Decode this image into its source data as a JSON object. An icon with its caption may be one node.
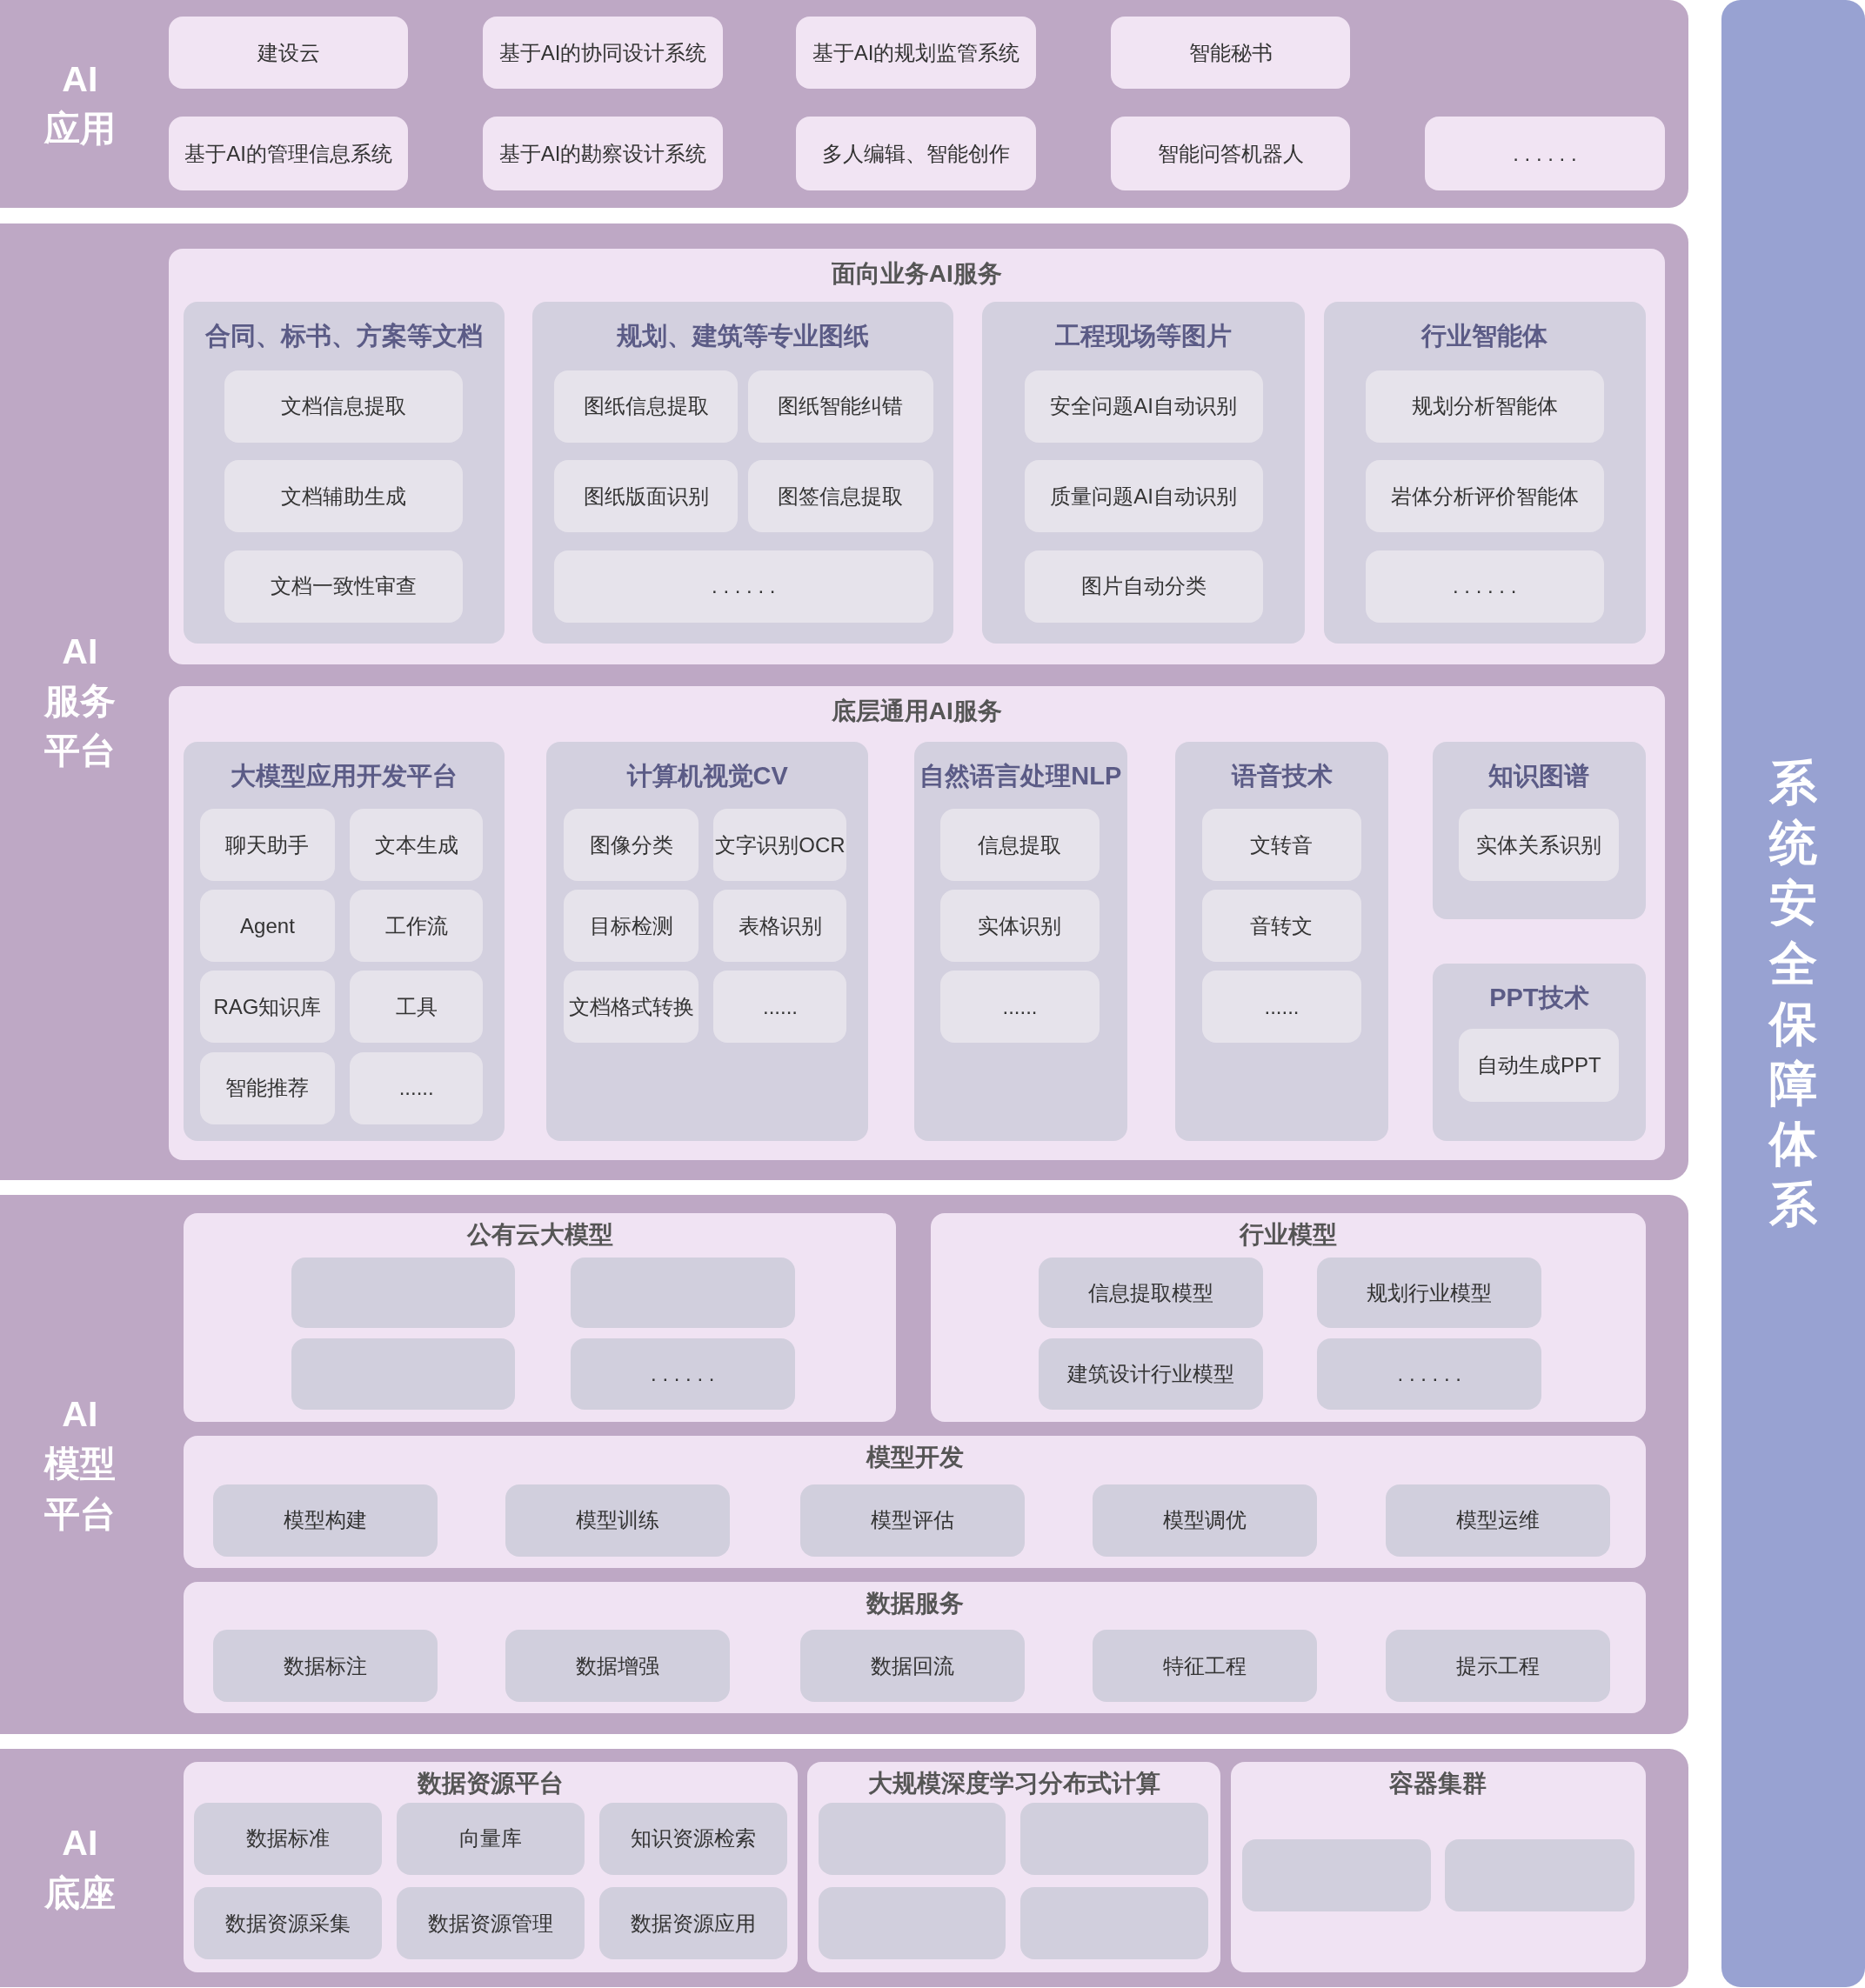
{
  "diagram": {
    "nodes": [
      {
        "text": [
          "AI应用"
        ]
      },
      {
        "text": [
          "建设云"
        ],
        "in": 0
      },
      {
        "text": [
          "基于AI的协同设计系统"
        ],
        "in": 0
      },
      {
        "text": [
          "基于AI的规划监管系统"
        ],
        "in": 0
      },
      {
        "text": [
          "智能秘书"
        ],
        "in": 0
      },
      {
        "text": [
          "基于AI的管理信息系统"
        ],
        "in": 0
      },
      {
        "text": [
          "基于AI的勘察设计系统"
        ],
        "in": 0
      },
      {
        "text": [
          "多人编辑、智能创作"
        ],
        "in": 0
      },
      {
        "text": [
          "智能问答机器人"
        ],
        "in": 0
      },
      {
        "text": [
          ". . . . . ."
        ],
        "in": 0
      },
      {
        "text": [
          "AI服务平台"
        ]
      },
      {
        "text": [
          "面向业务AI服务"
        ],
        "in": 10
      },
      {
        "text": [
          "合同、标书、方案等文档"
        ],
        "in": 11
      },
      {
        "text": [
          "文档信息提取"
        ],
        "in": 12
      },
      {
        "text": [
          "文档辅助生成"
        ],
        "in": 12
      },
      {
        "text": [
          "文档一致性审查"
        ],
        "in": 12
      },
      {
        "text": [
          "规划、建筑等专业图纸"
        ],
        "in": 11
      },
      {
        "text": [
          "图纸信息提取"
        ],
        "in": 16
      },
      {
        "text": [
          "图纸智能纠错"
        ],
        "in": 16
      },
      {
        "text": [
          "图纸版面识别"
        ],
        "in": 16
      },
      {
        "text": [
          "图签信息提取"
        ],
        "in": 16
      },
      {
        "text": [
          ". . . . . ."
        ],
        "in": 16
      },
      {
        "text": [
          "工程现场等图片"
        ],
        "in": 11
      },
      {
        "text": [
          "安全问题AI自动识别"
        ],
        "in": 22
      },
      {
        "text": [
          "质量问题AI自动识别"
        ],
        "in": 22
      },
      {
        "text": [
          "图片自动分类"
        ],
        "in": 22
      },
      {
        "text": [
          "行业智能体"
        ],
        "in": 11
      },
      {
        "text": [
          "规划分析智能体"
        ],
        "in": 26
      },
      {
        "text": [
          "岩体分析评价智能体"
        ],
        "in": 26
      },
      {
        "text": [
          ". . . . . ."
        ],
        "in": 26
      },
      {
        "text": [
          "底层通用AI服务"
        ],
        "in": 10
      },
      {
        "text": [
          "大模型应用开发平台"
        ],
        "in": 30
      },
      {
        "text": [
          "聊天助手"
        ],
        "in": 31
      },
      {
        "text": [
          "文本生成"
        ],
        "in": 31
      },
      {
        "text": [
          "Agent"
        ],
        "in": 31
      },
      {
        "text": [
          "工作流"
        ],
        "in": 31
      },
      {
        "text": [
          "RAG知识库"
        ],
        "in": 31
      },
      {
        "text": [
          "工具"
        ],
        "in": 31
      },
      {
        "text": [
          "智能推荐"
        ],
        "in": 31
      },
      {
        "text": [
          "......"
        ],
        "in": 31
      },
      {
        "text": [
          "计算机视觉CV"
        ],
        "in": 30
      },
      {
        "text": [
          "图像分类"
        ],
        "in": 40
      },
      {
        "text": [
          "文字识别OCR"
        ],
        "in": 40
      },
      {
        "text": [
          "目标检测"
        ],
        "in": 40
      },
      {
        "text": [
          "表格识别"
        ],
        "in": 40
      },
      {
        "text": [
          "文档格式转换"
        ],
        "in": 40
      },
      {
        "text": [
          "......"
        ],
        "in": 40
      },
      {
        "text": [
          "自然语言处理NLP"
        ],
        "in": 30
      },
      {
        "text": [
          "信息提取"
        ],
        "in": 47
      },
      {
        "text": [
          "实体识别"
        ],
        "in": 47
      },
      {
        "text": [
          "......"
        ],
        "in": 47
      },
      {
        "text": [
          "语音技术"
        ],
        "in": 30
      },
      {
        "text": [
          "文转音"
        ],
        "in": 51
      },
      {
        "text": [
          "音转文"
        ],
        "in": 51
      },
      {
        "text": [
          "......"
        ],
        "in": 51
      },
      {
        "text": [
          "知识图谱"
        ],
        "in": 30
      },
      {
        "text": [
          "实体关系识别"
        ],
        "in": 55
      },
      {
        "text": [
          "PPT技术"
        ],
        "in": 30
      },
      {
        "text": [
          "自动生成PPT"
        ],
        "in": 57
      },
      {
        "text": [
          "AI模型平台"
        ]
      },
      {
        "text": [
          "公有云大模型"
        ],
        "in": 59
      },
      {
        "text": [],
        "shape": "box",
        "in": 60
      },
      {
        "text": [],
        "shape": "box",
        "in": 60
      },
      {
        "text": [],
        "shape": "box",
        "in": 60
      },
      {
        "text": [
          ". . . . . ."
        ],
        "in": 60
      },
      {
        "text": [
          "行业模型"
        ],
        "in": 59
      },
      {
        "text": [
          "信息提取模型"
        ],
        "in": 65
      },
      {
        "text": [
          "规划行业模型"
        ],
        "in": 65
      },
      {
        "text": [
          "建筑设计行业模型"
        ],
        "in": 65
      },
      {
        "text": [
          ". . . . . ."
        ],
        "in": 65
      },
      {
        "text": [
          "模型开发"
        ],
        "in": 59
      },
      {
        "text": [
          "模型构建"
        ],
        "in": 70
      },
      {
        "text": [
          "模型训练"
        ],
        "in": 70
      },
      {
        "text": [
          "模型评估"
        ],
        "in": 70
      },
      {
        "text": [
          "模型调优"
        ],
        "in": 70
      },
      {
        "text": [
          "模型运维"
        ],
        "in": 70
      },
      {
        "text": [
          "数据服务"
        ],
        "in": 59
      },
      {
        "text": [
          "数据标注"
        ],
        "in": 76
      },
      {
        "text": [
          "数据增强"
        ],
        "in": 76
      },
      {
        "text": [
          "数据回流"
        ],
        "in": 76
      },
      {
        "text": [
          "特征工程"
        ],
        "in": 76
      },
      {
        "text": [
          "提示工程"
        ],
        "in": 76
      },
      {
        "text": [
          "AI底座"
        ]
      },
      {
        "text": [
          "数据资源平台"
        ],
        "in": 82
      },
      {
        "text": [
          "数据标准"
        ],
        "in": 83
      },
      {
        "text": [
          "向量库"
        ],
        "in": 83
      },
      {
        "text": [
          "知识资源检索"
        ],
        "in": 83
      },
      {
        "text": [
          "数据资源采集"
        ],
        "in": 83
      },
      {
        "text": [
          "数据资源管理"
        ],
        "in": 83
      },
      {
        "text": [
          "数据资源应用"
        ],
        "in": 83
      },
      {
        "text": [
          "大规模深度学习分布式计算"
        ],
        "in": 82
      },
      {
        "text": [],
        "shape": "box",
        "in": 90
      },
      {
        "text": [],
        "shape": "box",
        "in": 90
      },
      {
        "text": [],
        "shape": "box",
        "in": 90
      },
      {
        "text": [],
        "shape": "box",
        "in": 90
      },
      {
        "text": [
          "容器集群"
        ],
        "in": 82
      },
      {
        "text": [],
        "shape": "box",
        "in": 95
      },
      {
        "text": [],
        "shape": "box",
        "in": 95
      },
      {
        "text": [
          "系统安全保障体系"
        ]
      }
    ]
  }
}
